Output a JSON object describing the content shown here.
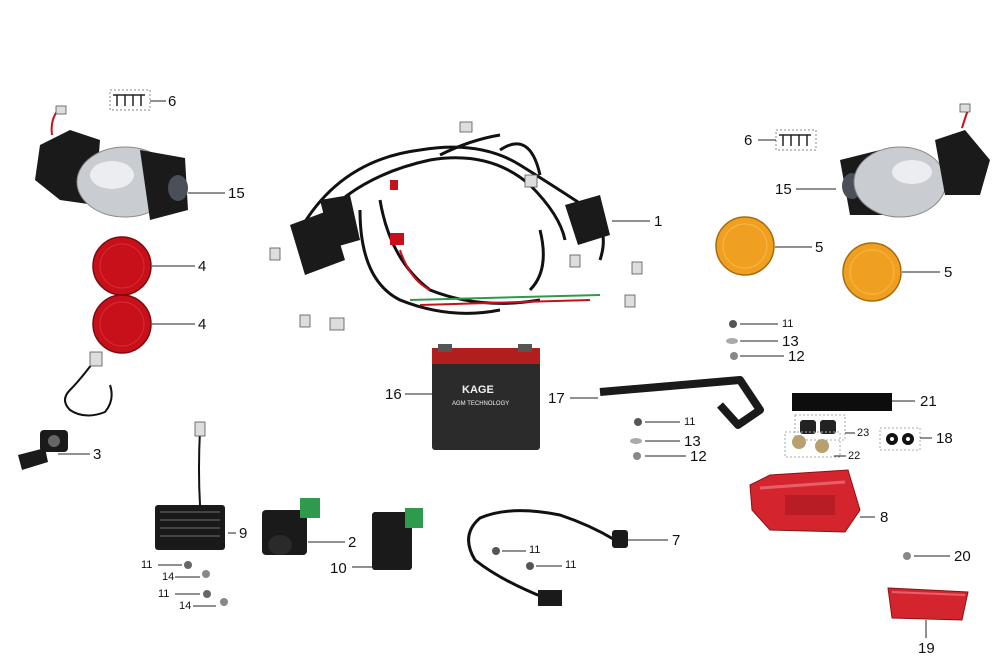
{
  "diagram": {
    "colors": {
      "line": "#222222",
      "wire": "#111111",
      "reflector_red": "#c8101a",
      "reflector_amber": "#f0a020",
      "chrome": "#c9ccd1",
      "housing": "#1a1a1a",
      "battery_body": "#2b2b2b",
      "battery_top": "#b21e1e",
      "tail_red": "#d4252f",
      "green_connector": "#2e9a4b"
    },
    "labels": {
      "l1": "1",
      "l2": "2",
      "l3": "3",
      "l4a": "4",
      "l4b": "4",
      "l5a": "5",
      "l5b": "5",
      "l6a": "6",
      "l6b": "6",
      "l7": "7",
      "l8": "8",
      "l9": "9",
      "l10": "10",
      "l11a": "11",
      "l11b": "11",
      "l11c": "11",
      "l11d": "11",
      "l11e": "11",
      "l11f": "11",
      "l12a": "12",
      "l12b": "12",
      "l13a": "13",
      "l13b": "13",
      "l14a": "14",
      "l14b": "14",
      "l15a": "15",
      "l15b": "15",
      "l16": "16",
      "l17": "17",
      "l18": "18",
      "l19": "19",
      "l20": "20",
      "l21": "21",
      "l22": "22",
      "l23": "23"
    },
    "battery": {
      "brand": "KAGE",
      "subtitle": "AGM TECHNOLOGY"
    }
  }
}
